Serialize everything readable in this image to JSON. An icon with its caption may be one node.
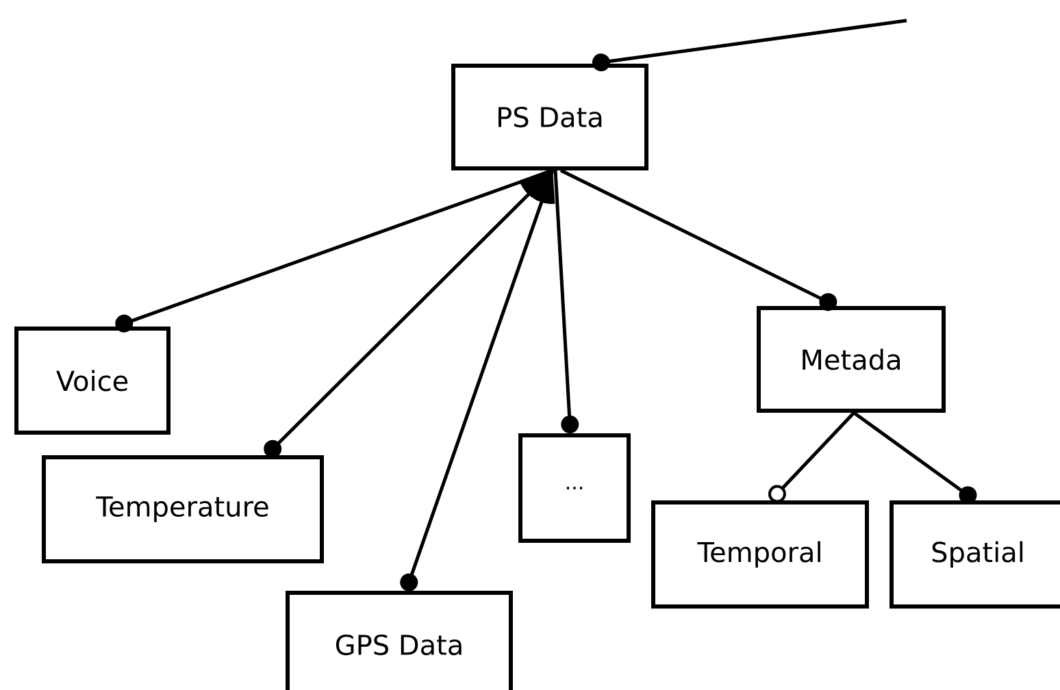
{
  "diagram": {
    "nodes": [
      {
        "text": [
          "PS Data"
        ]
      },
      {
        "text": [
          "Voice"
        ]
      },
      {
        "text": [
          "Temperature"
        ]
      },
      {
        "text": [
          "GPS Data"
        ]
      },
      {
        "text": [
          "..."
        ]
      },
      {
        "text": [
          "Metada"
        ]
      },
      {
        "text": [
          "Temporal"
        ]
      },
      {
        "text": [
          "Spatial"
        ]
      }
    ],
    "edges": [
      {
        "from": null,
        "to": 0,
        "arrow": "other"
      },
      {
        "from": 0,
        "to": 1,
        "arrow": "other"
      },
      {
        "from": 0,
        "to": 2,
        "arrow": "other"
      },
      {
        "from": 0,
        "to": 3,
        "arrow": "other"
      },
      {
        "from": 0,
        "to": 4,
        "arrow": "other"
      },
      {
        "from": 0,
        "to": 5,
        "arrow": "other"
      },
      {
        "from": 5,
        "to": 6,
        "arrow": "other"
      },
      {
        "from": 5,
        "to": 7,
        "arrow": "other"
      }
    ]
  }
}
